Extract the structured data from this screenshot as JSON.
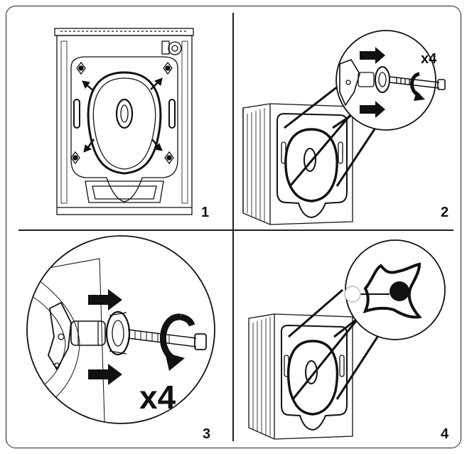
{
  "steps": [
    {
      "number": "1"
    },
    {
      "number": "2",
      "multiplier": "x4"
    },
    {
      "number": "3",
      "multiplier": "x4"
    },
    {
      "number": "4"
    }
  ],
  "colors": {
    "line": "#111111",
    "fill": "#ffffff",
    "gray": "#d8d8d8"
  },
  "icons": [
    "arrow-right-icon",
    "rotate-ccw-icon",
    "transport-bolt-icon",
    "washing-machine-back-icon"
  ]
}
